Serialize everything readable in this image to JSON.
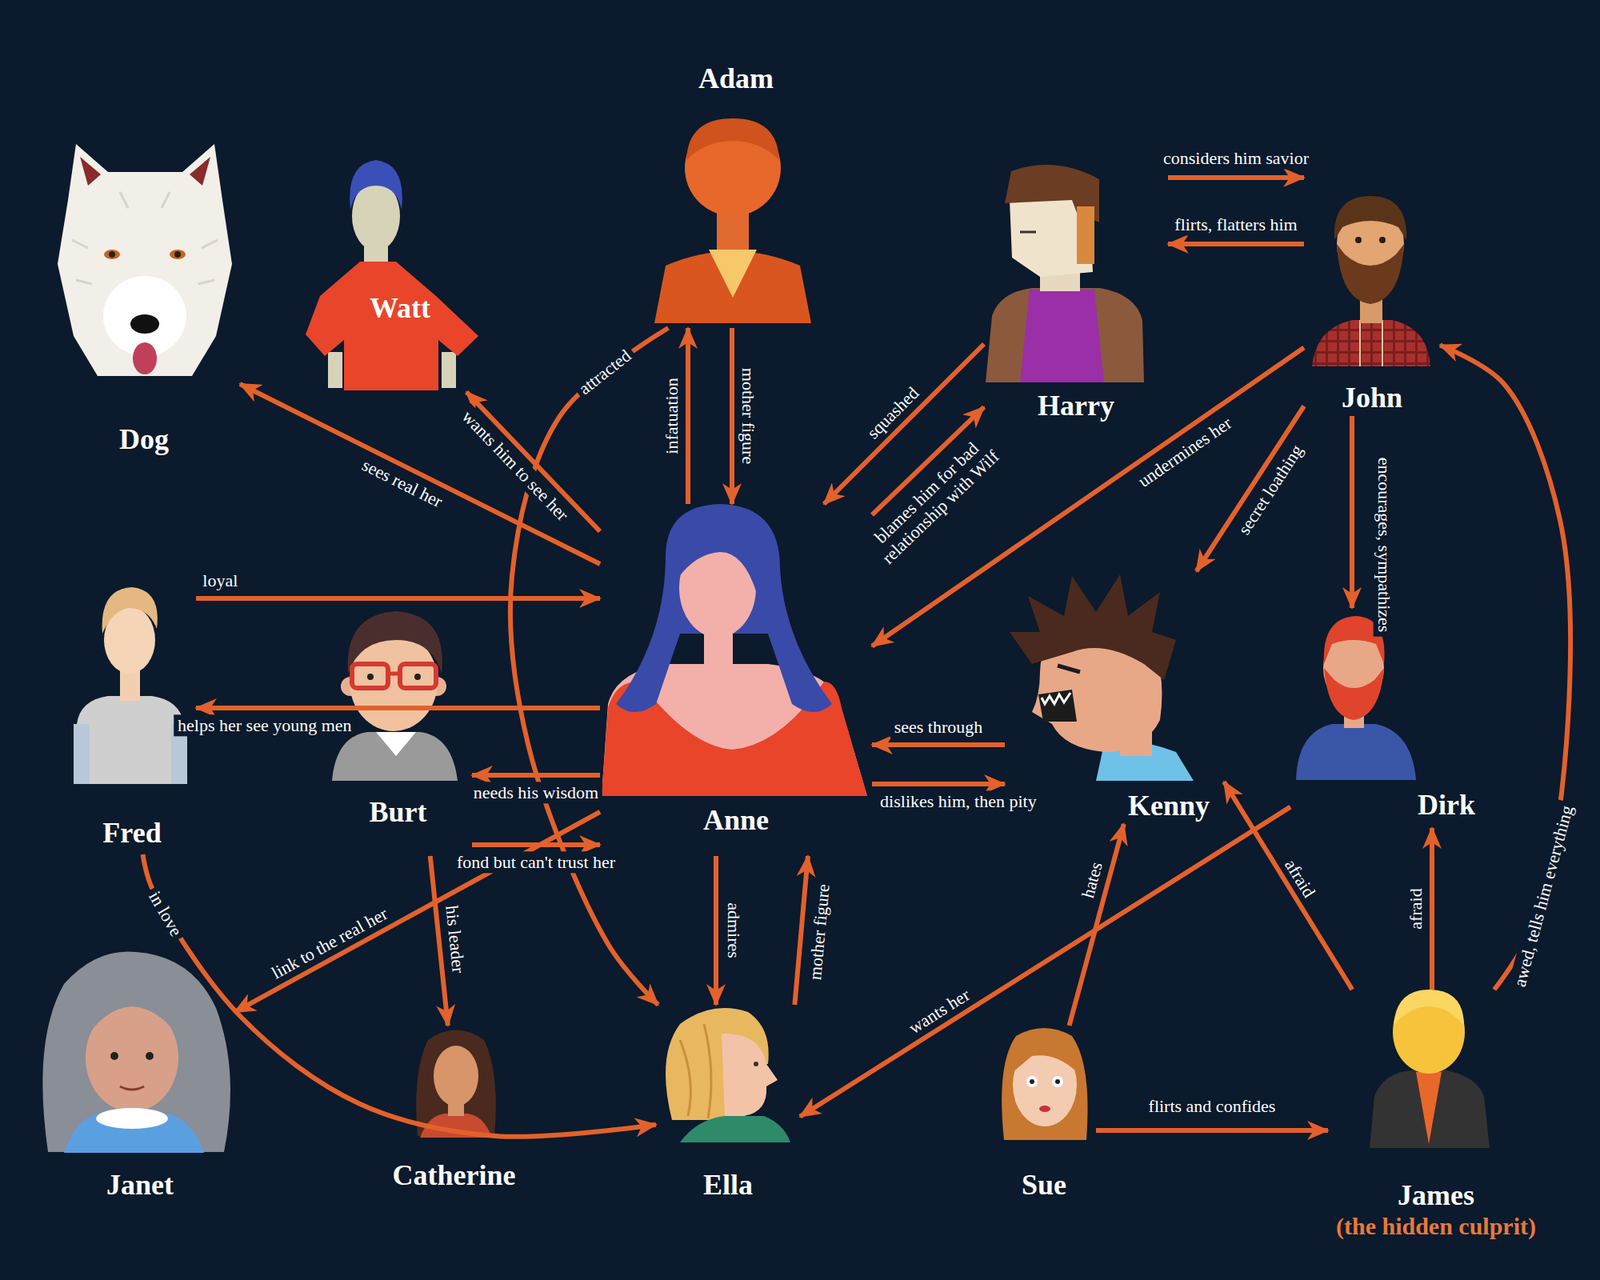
{
  "diagram": {
    "nodes": [
      {
        "text": [
          "Adam"
        ]
      },
      {
        "text": [
          "Dog"
        ]
      },
      {
        "text": [
          "Watt"
        ]
      },
      {
        "text": [
          "Harry"
        ]
      },
      {
        "text": [
          "John"
        ]
      },
      {
        "text": [
          "Anne"
        ]
      },
      {
        "text": [
          "Fred"
        ]
      },
      {
        "text": [
          "Burt"
        ]
      },
      {
        "text": [
          "Kenny"
        ]
      },
      {
        "text": [
          "Dirk"
        ]
      },
      {
        "text": [
          "Janet"
        ]
      },
      {
        "text": [
          "Catherine"
        ]
      },
      {
        "text": [
          "Ella"
        ]
      },
      {
        "text": [
          "Sue"
        ]
      },
      {
        "text": [
          "James",
          "(the hidden culprit)"
        ]
      }
    ],
    "edges": [
      {
        "from": 3,
        "to": 4,
        "arrow": "to",
        "label": "considers him savior"
      },
      {
        "from": 4,
        "to": 3,
        "arrow": "to",
        "label": "flirts, flatters him"
      },
      {
        "from": 5,
        "to": 0,
        "arrow": "to",
        "label": "infatuation"
      },
      {
        "from": 0,
        "to": 5,
        "arrow": "to",
        "label": "mother figure"
      },
      {
        "from": 3,
        "to": 5,
        "arrow": "to",
        "label": "squashed"
      },
      {
        "from": 5,
        "to": 3,
        "arrow": "to",
        "label": "blames him for bad relationship with Wilf"
      },
      {
        "from": 4,
        "to": 5,
        "arrow": "to",
        "label": "undermines her"
      },
      {
        "from": 4,
        "to": 8,
        "arrow": "to",
        "label": "secret loathing"
      },
      {
        "from": 4,
        "to": 9,
        "arrow": "to",
        "label": "encourages, sympathizes"
      },
      {
        "from": 5,
        "to": 8,
        "arrow": "to",
        "label": "dislikes him, then pity"
      },
      {
        "from": 8,
        "to": 5,
        "arrow": "to",
        "label": "sees through"
      },
      {
        "from": 5,
        "to": 12,
        "arrow": "to",
        "label": "admires"
      },
      {
        "from": 12,
        "to": 5,
        "arrow": "to",
        "label": "mother figure"
      },
      {
        "from": 5,
        "to": 7,
        "arrow": "to",
        "label": "needs his wisdom"
      },
      {
        "from": 7,
        "to": 5,
        "arrow": "to",
        "label": "fond but can't trust her"
      },
      {
        "from": 5,
        "to": 6,
        "arrow": "to",
        "label": "helps her see young men"
      },
      {
        "from": 6,
        "to": 5,
        "arrow": "to",
        "label": "loyal"
      },
      {
        "from": 5,
        "to": 1,
        "arrow": "to",
        "label": "sees real her"
      },
      {
        "from": 5,
        "to": 2,
        "arrow": "to",
        "label": "wants him to see her"
      },
      {
        "from": 0,
        "to": 12,
        "arrow": "to",
        "label": "attracted"
      },
      {
        "from": 6,
        "to": 12,
        "arrow": "to",
        "label": "in love"
      },
      {
        "from": 5,
        "to": 10,
        "arrow": "to",
        "label": "link to the real her"
      },
      {
        "from": 7,
        "to": 11,
        "arrow": "to",
        "label": "his leader"
      },
      {
        "from": 13,
        "to": 8,
        "arrow": "to",
        "label": "hates"
      },
      {
        "from": 13,
        "to": 14,
        "arrow": "to",
        "label": "flirts and confides"
      },
      {
        "from": 9,
        "to": 12,
        "arrow": "to",
        "label": "wants her"
      },
      {
        "from": 14,
        "to": 8,
        "arrow": "to",
        "label": "afraid"
      },
      {
        "from": 14,
        "to": 9,
        "arrow": "to",
        "label": "afraid"
      },
      {
        "from": 14,
        "to": 4,
        "arrow": "to",
        "label": "awed, tells him everything"
      }
    ]
  }
}
